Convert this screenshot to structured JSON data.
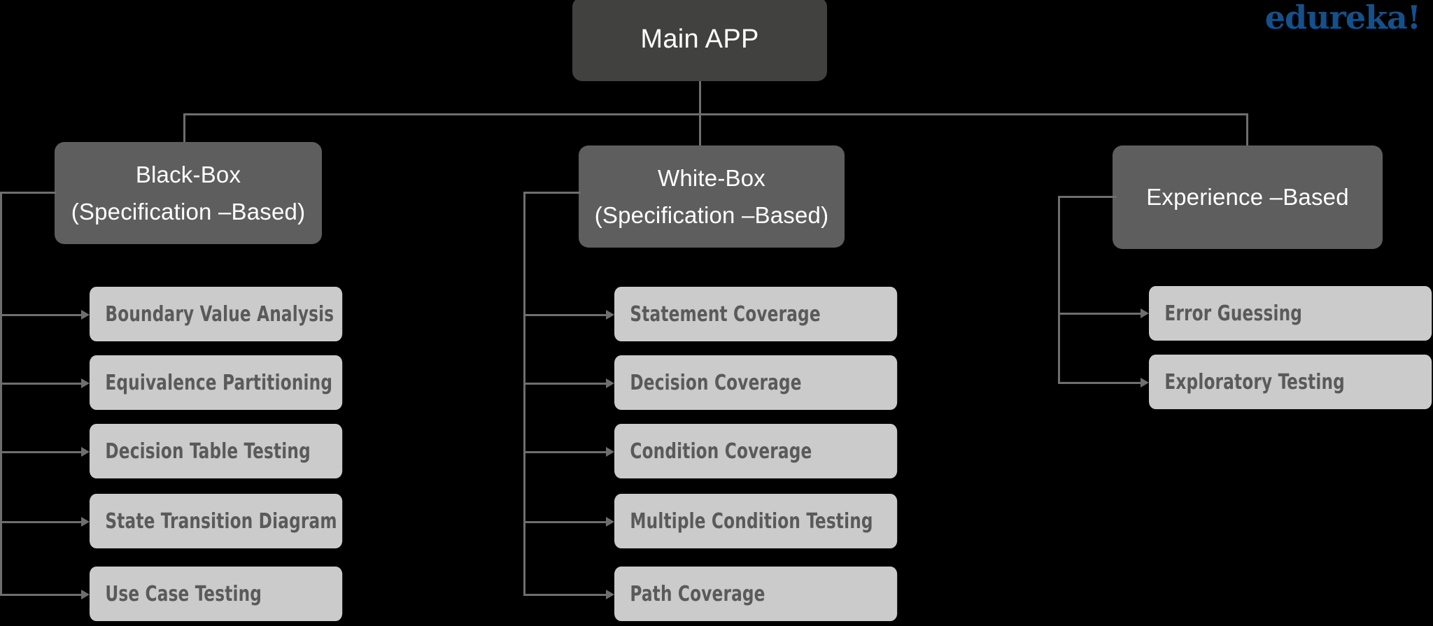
{
  "brand": {
    "logo_text": "edureka!",
    "logo_color": "#14508c"
  },
  "palette": {
    "background": "#000000",
    "root_node": "#414240",
    "branch_node": "#5e5e5e",
    "leaf_node": "#cbcbcb",
    "leaf_text": "#5a5a5a",
    "connector": "#6e6e6e",
    "node_text": "#ffffff"
  },
  "diagram": {
    "type": "tree",
    "root": {
      "label": "Main APP"
    },
    "branches": [
      {
        "id": "black-box",
        "title_line1": "Black-Box",
        "title_line2": "(Specification –Based)",
        "leaves": [
          "Boundary Value Analysis",
          "Equivalence Partitioning",
          "Decision Table Testing",
          "State Transition Diagram",
          "Use Case Testing"
        ]
      },
      {
        "id": "white-box",
        "title_line1": "White-Box",
        "title_line2": "(Specification –Based)",
        "leaves": [
          "Statement Coverage",
          "Decision Coverage",
          "Condition Coverage",
          "Multiple Condition Testing",
          "Path Coverage"
        ]
      },
      {
        "id": "experience-based",
        "title_line1": "Experience –Based",
        "title_line2": "",
        "leaves": [
          "Error Guessing",
          "Exploratory Testing"
        ]
      }
    ]
  }
}
